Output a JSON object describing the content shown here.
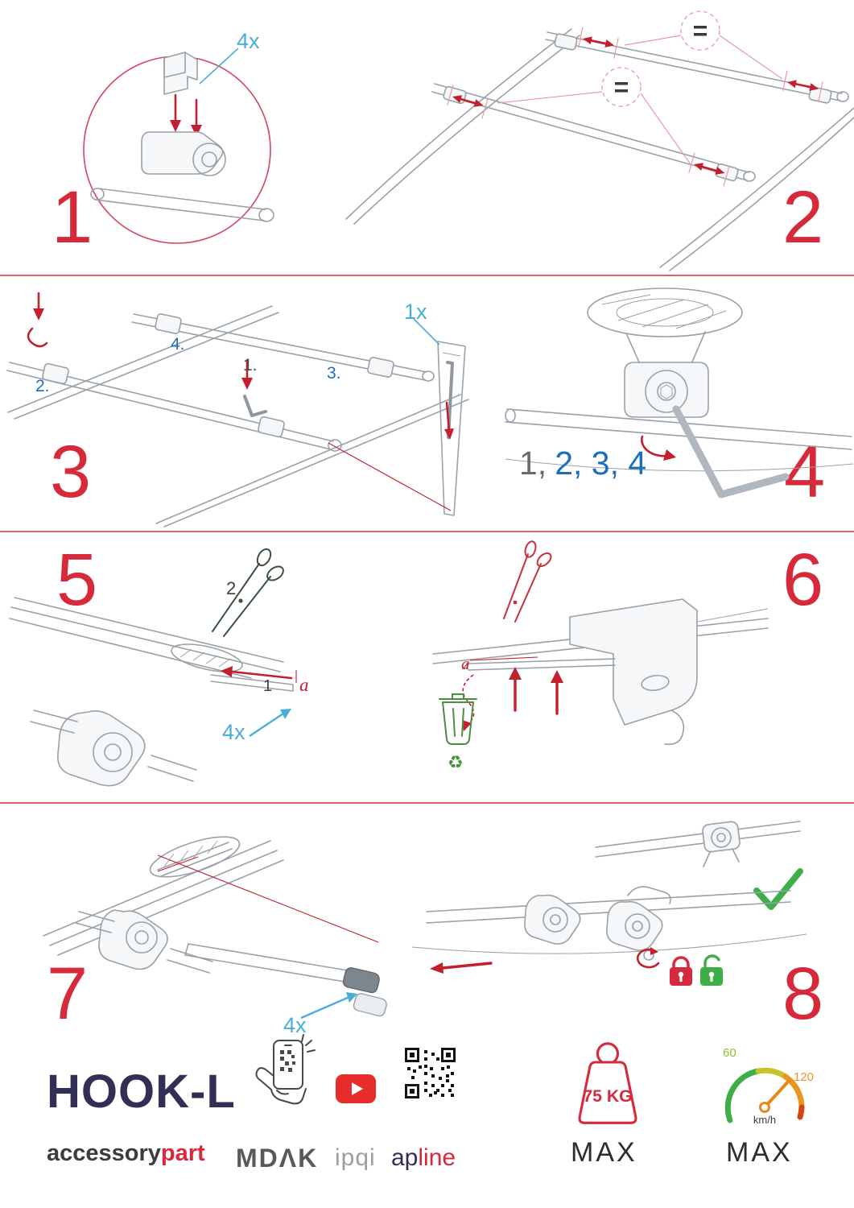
{
  "colors": {
    "step_red": "#d6293a",
    "divider_red": "#e4616e",
    "label_blue": "#4aaed8",
    "order_blue": "#1c6fba",
    "annotation_red": "#c41f2e",
    "lineart_gray": "#99a1a9",
    "green": "#3fae49",
    "navy": "#312f55",
    "brand_red": "#d6293e"
  },
  "steps": {
    "s1": {
      "number": "1",
      "qty": "4x"
    },
    "s2": {
      "number": "2",
      "equal_top": "=",
      "equal_front": "="
    },
    "s3": {
      "number": "3",
      "qty": "1x",
      "order1": "1.",
      "order2": "2.",
      "order3": "3.",
      "order4": "4."
    },
    "s4": {
      "number": "4",
      "sequence_first": "1,",
      "sequence_rest": "2, 3, 4"
    },
    "s5": {
      "number": "5",
      "cut_label": "2",
      "pull_label": "1",
      "dim_label": "a",
      "qty": "4x"
    },
    "s6": {
      "number": "6",
      "dim_label": "a"
    },
    "s7": {
      "number": "7",
      "qty": "4x"
    },
    "s8": {
      "number": "8"
    }
  },
  "icons": {
    "recycle": "♻"
  },
  "footer": {
    "product": "HOOK-L",
    "brand_part1": "accessory",
    "brand_part2": "part",
    "logo_mdak": "MDΛK",
    "logo_ipqi": "ipqi",
    "logo_apline_part1": "ap",
    "logo_apline_part2": "line",
    "weight_value": "75 KG",
    "weight_max": "MAX",
    "speed_min": "60",
    "speed_max_value": "120",
    "speed_unit": "km/h",
    "speed_max": "MAX"
  }
}
